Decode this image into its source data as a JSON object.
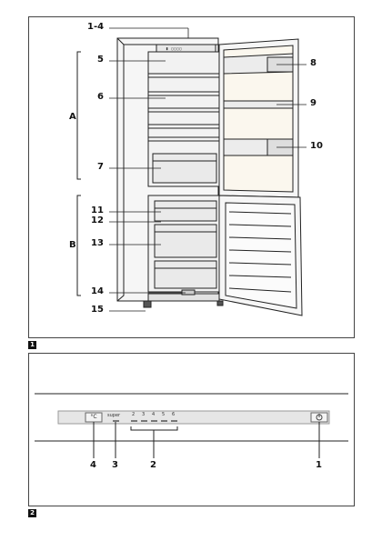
{
  "figures": {
    "fig1_number": "1",
    "fig2_number": "2"
  },
  "fridge": {
    "callouts": {
      "c1_4": "1-4",
      "c5": "5",
      "c6": "6",
      "c7": "7",
      "c8": "8",
      "c9": "9",
      "c10": "10",
      "c11": "11",
      "c12": "12",
      "c13": "13",
      "c14": "14",
      "c15": "15",
      "zoneA": "A",
      "zoneB": "B"
    }
  },
  "control_panel": {
    "temp_button_label": "°C",
    "super_label": "super",
    "levels": [
      "2",
      "3",
      "4",
      "5",
      "6"
    ],
    "power_symbol": "ⓘ",
    "callouts": {
      "c1": "1",
      "c2": "2",
      "c3": "3",
      "c4": "4"
    }
  },
  "colors": {
    "line": "#222222",
    "panel_fill": "#e6e6e6",
    "interior_fill": "#f2f2f2"
  }
}
